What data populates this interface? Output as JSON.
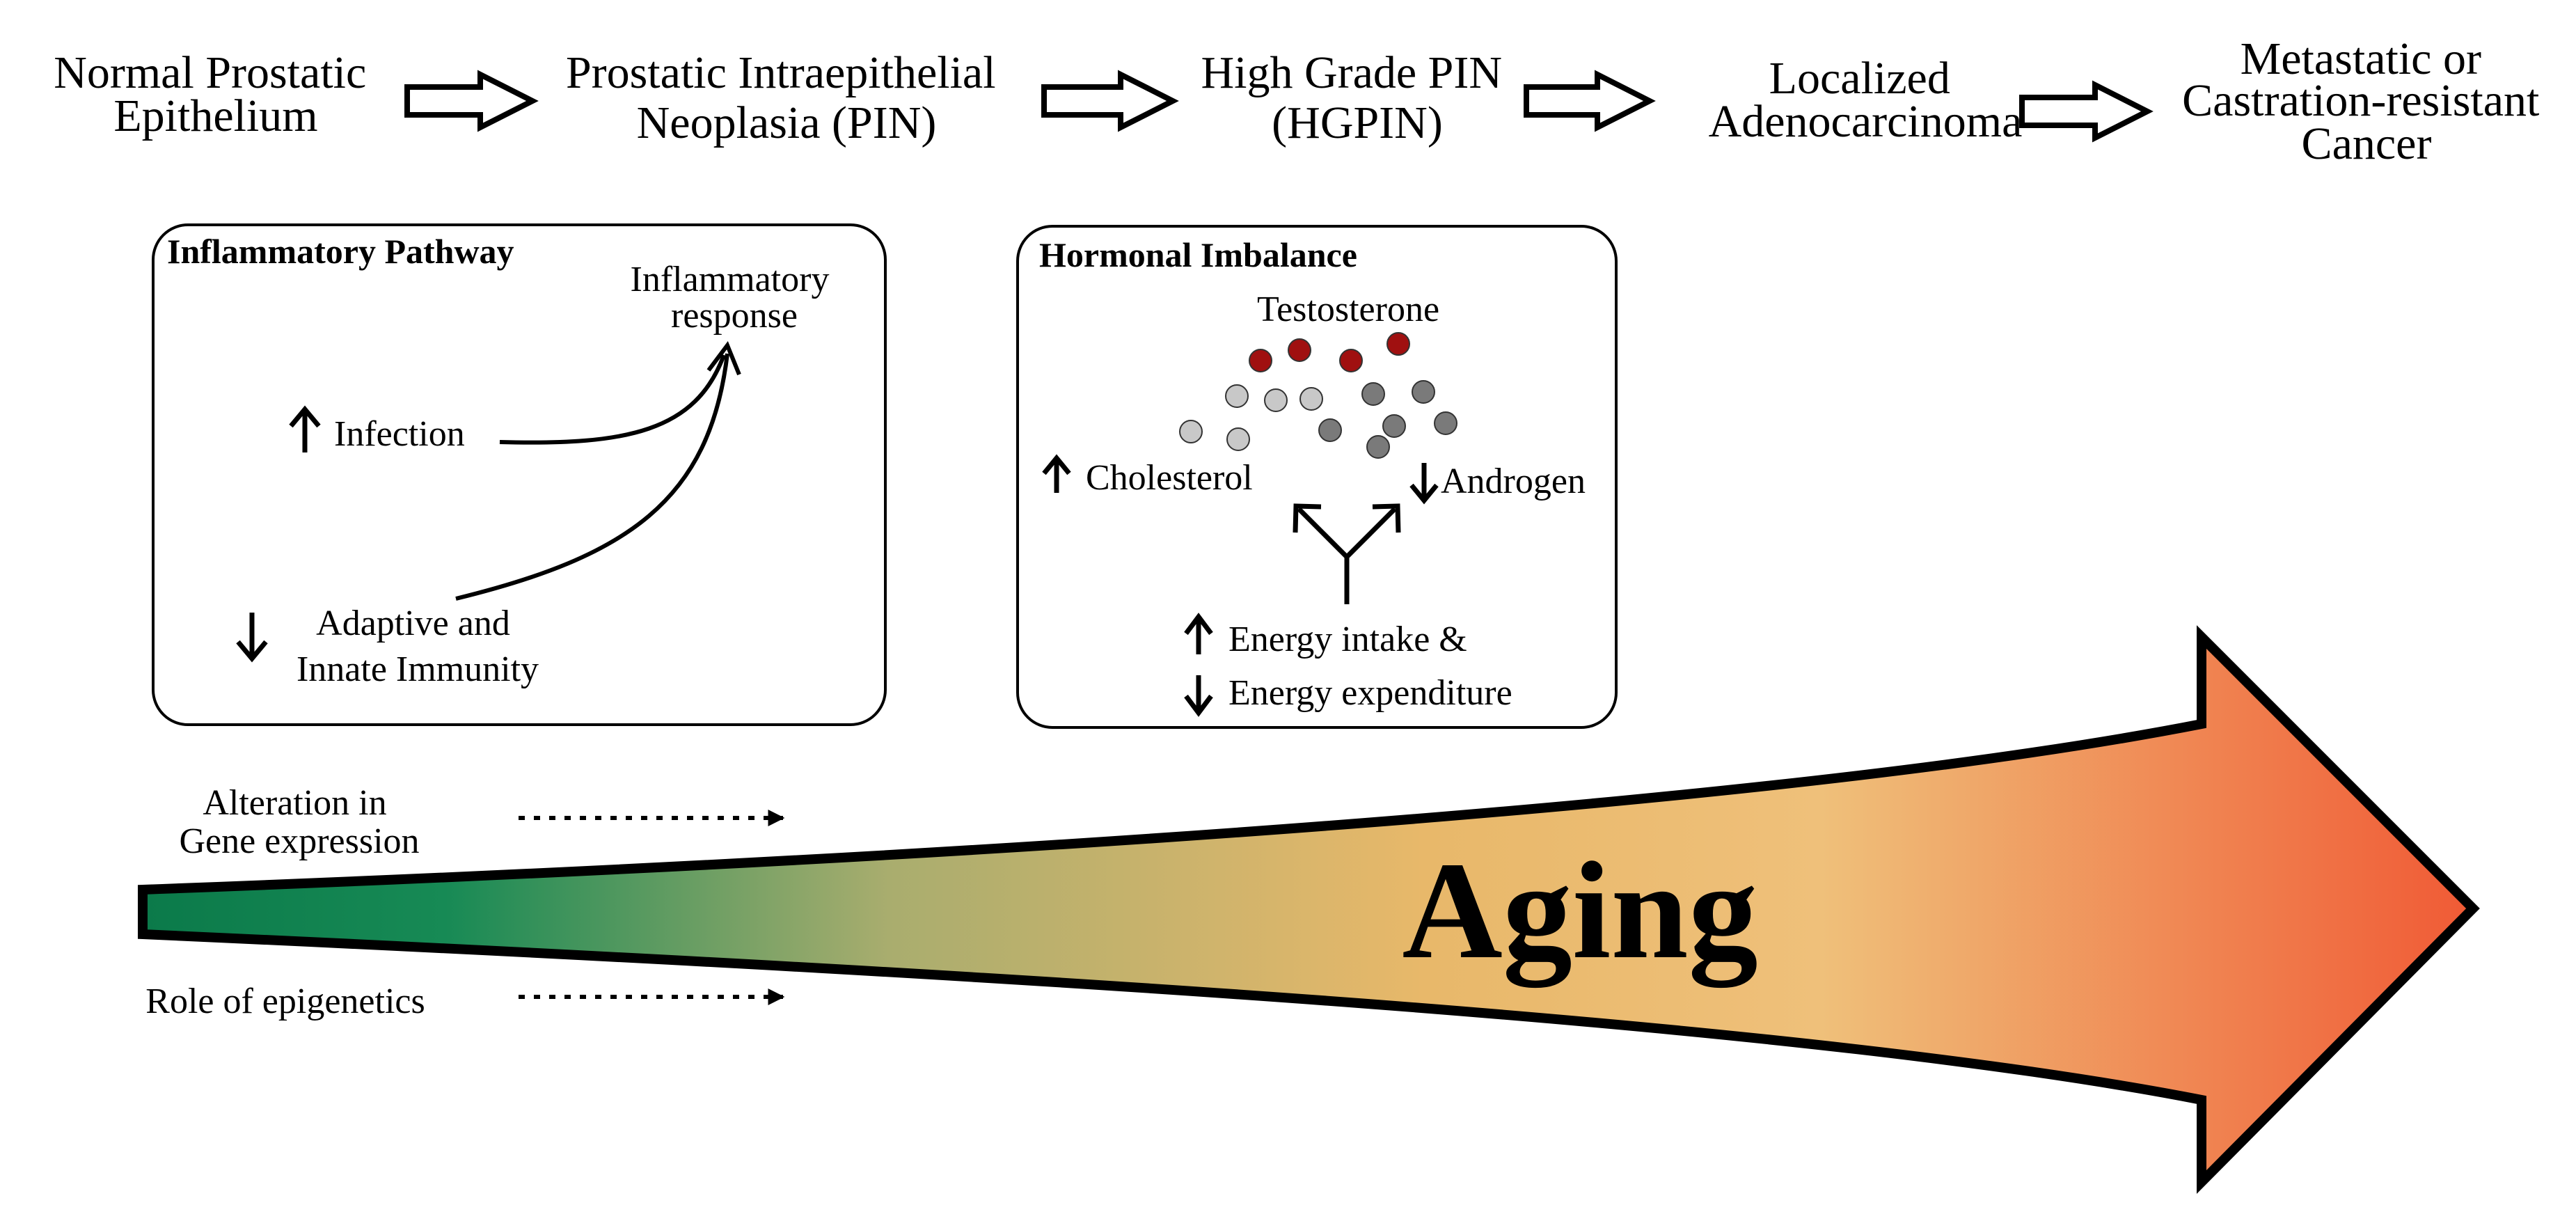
{
  "stages": [
    {
      "lines": [
        "Normal Prostatic",
        "Epithelium"
      ]
    },
    {
      "lines": [
        "Prostatic Intraepithelial",
        "Neoplasia (PIN)"
      ]
    },
    {
      "lines": [
        "High Grade PIN",
        "(HGPIN)"
      ]
    },
    {
      "lines": [
        "Localized",
        "Adenocarcinoma"
      ]
    },
    {
      "lines": [
        "Metastatic or",
        "Castration-resistant",
        "Cancer"
      ]
    }
  ],
  "inflammatory": {
    "title": "Inflammatory Pathway",
    "response_lines": [
      "Inflammatory",
      "response"
    ],
    "infection": "Infection",
    "immunity_lines": [
      "Adaptive and",
      "Innate Immunity"
    ]
  },
  "hormonal": {
    "title": "Hormonal Imbalance",
    "testosterone": "Testosterone",
    "cholesterol": "Cholesterol",
    "androgen": "Androgen",
    "energy_intake": "Energy intake &",
    "energy_expenditure": "Energy expenditure"
  },
  "bottom": {
    "gene_lines": [
      "Alteration in",
      "Gene expression"
    ],
    "epigenetics": "Role of epigenetics",
    "aging": "Aging"
  },
  "colors": {
    "gradient_start": "#0b7a4a",
    "gradient_mid": "#e8b86a",
    "gradient_end": "#f05a35",
    "dot_red": "#a01010",
    "dot_light": "#c8c8c8",
    "dot_dark": "#7a7a7a"
  }
}
